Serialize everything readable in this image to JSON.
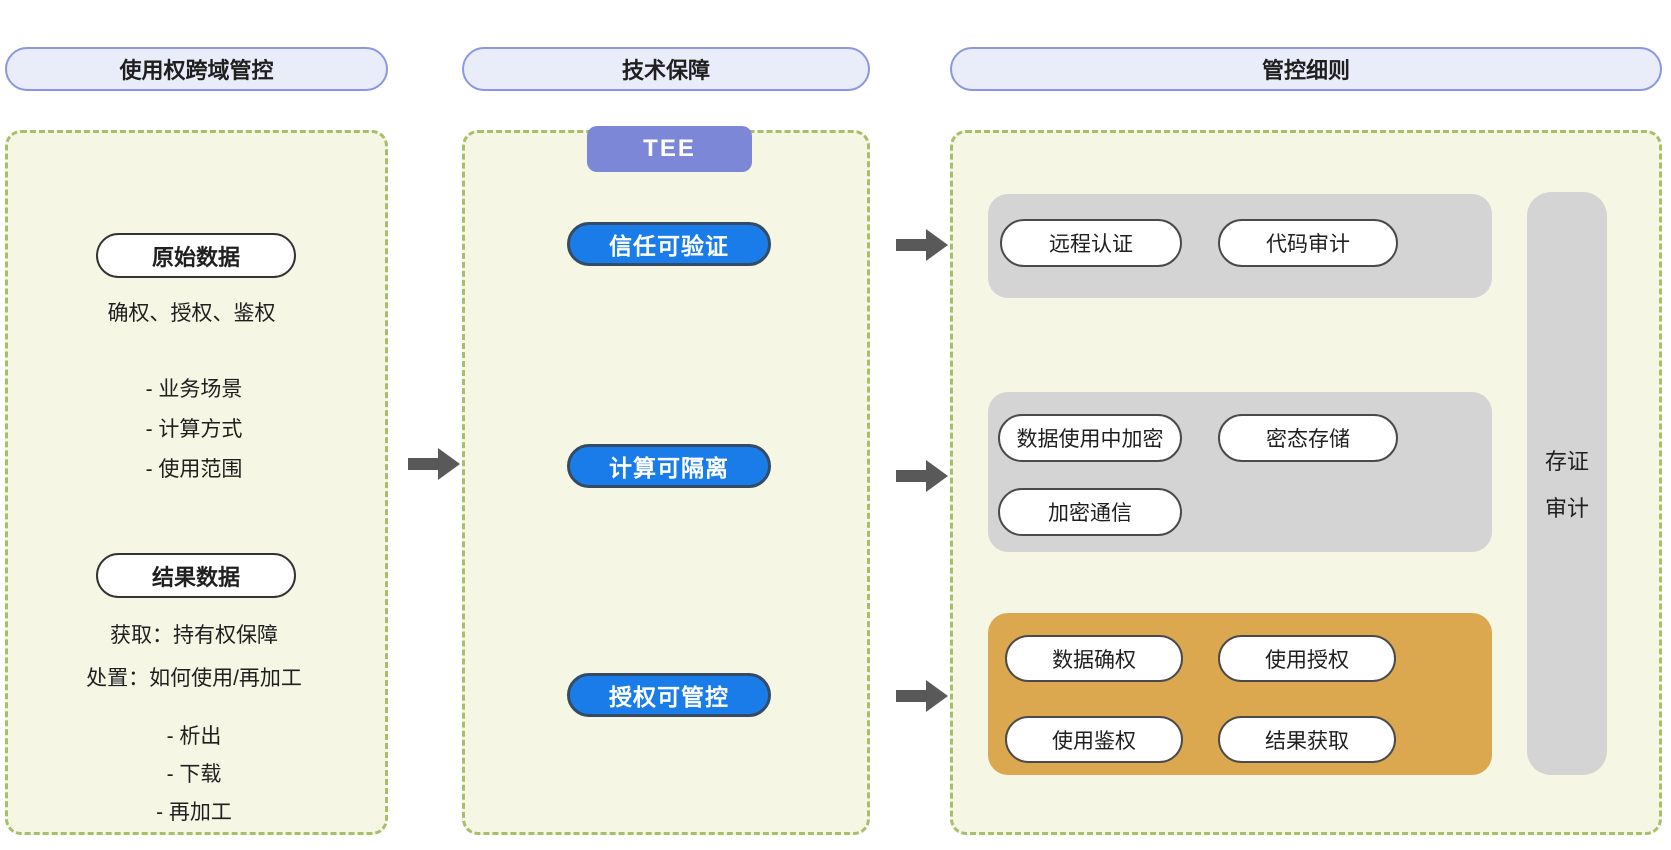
{
  "headers": {
    "left": "使用权跨域管控",
    "middle": "技术保障",
    "right": "管控细则"
  },
  "left_panel": {
    "raw_data_label": "原始数据",
    "raw_data_desc": "确权、授权、鉴权",
    "raw_bullets": [
      "- 业务场景",
      "- 计算方式",
      "- 使用范围"
    ],
    "result_data_label": "结果数据",
    "result_lines": [
      "获取：持有权保障",
      "处置：如何使用/再加工"
    ],
    "result_bullets": [
      "- 析出",
      "- 下载",
      "- 再加工"
    ]
  },
  "middle_panel": {
    "tee_label": "TEE",
    "capabilities": [
      "信任可验证",
      "计算可隔离",
      "授权可管控"
    ]
  },
  "right_panel": {
    "trust_group": [
      "远程认证",
      "代码审计"
    ],
    "isolation_group": [
      "数据使用中加密",
      "密态存储",
      "加密通信"
    ],
    "authorization_group": [
      "数据确权",
      "使用授权",
      "使用鉴权",
      "结果获取"
    ],
    "audit_bar": [
      "存证",
      "审计"
    ]
  },
  "colors": {
    "header_fill": "#e9edfa",
    "header_border": "#8b97e2",
    "panel_fill": "#f5f7e4",
    "panel_border": "#a7bf6b",
    "tee_badge": "#7d87d8",
    "blue_pill": "#1a7ce8",
    "blue_pill_border": "#344b63",
    "gray_box": "#d4d4d4",
    "orange_box": "#dba84f",
    "pill_border": "#4a4a4a",
    "arrow": "#595959",
    "text": "#1f1f1f"
  }
}
